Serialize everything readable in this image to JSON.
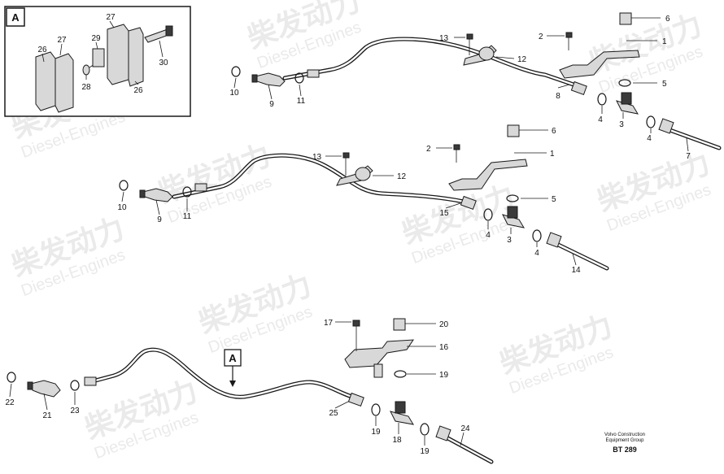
{
  "inset": {
    "tag": "A",
    "labels": [
      "27",
      "29",
      "27",
      "26",
      "28",
      "30",
      "26"
    ]
  },
  "assembly1": {
    "labels": [
      "6",
      "13",
      "2",
      "1",
      "12",
      "10",
      "9",
      "11",
      "8",
      "5",
      "4",
      "3",
      "4",
      "7"
    ]
  },
  "assembly2": {
    "labels": [
      "6",
      "2",
      "1",
      "13",
      "12",
      "10",
      "9",
      "11",
      "15",
      "5",
      "4",
      "3",
      "4",
      "14"
    ]
  },
  "assembly3": {
    "labels": [
      "17",
      "20",
      "16",
      "A",
      "19",
      "22",
      "21",
      "23",
      "25",
      "19",
      "18",
      "19",
      "24"
    ]
  },
  "watermark": {
    "cn": "柴发动力",
    "en": "Diesel-Engines"
  },
  "footer": {
    "line1": "Volvo Construction",
    "line2": "Equipment Group",
    "code": "BT 289"
  }
}
